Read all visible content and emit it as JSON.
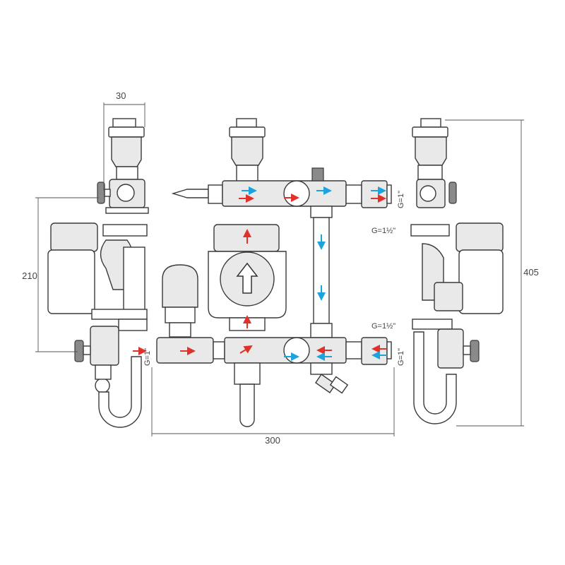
{
  "dimensions": {
    "width_top": "30",
    "height_left": "210",
    "height_right": "405",
    "width_bottom": "300"
  },
  "thread_labels": {
    "top_right_outlet": "G=1\"",
    "top_right_pump": "G=1½\"",
    "bottom_right_pump": "G=1½\"",
    "bottom_right_outlet": "G=1\"",
    "bottom_left_inlet": "G=1\""
  },
  "colors": {
    "hot_arrow": "#e0312b",
    "cold_arrow": "#1aa3dd",
    "line": "#3a3a3a"
  }
}
